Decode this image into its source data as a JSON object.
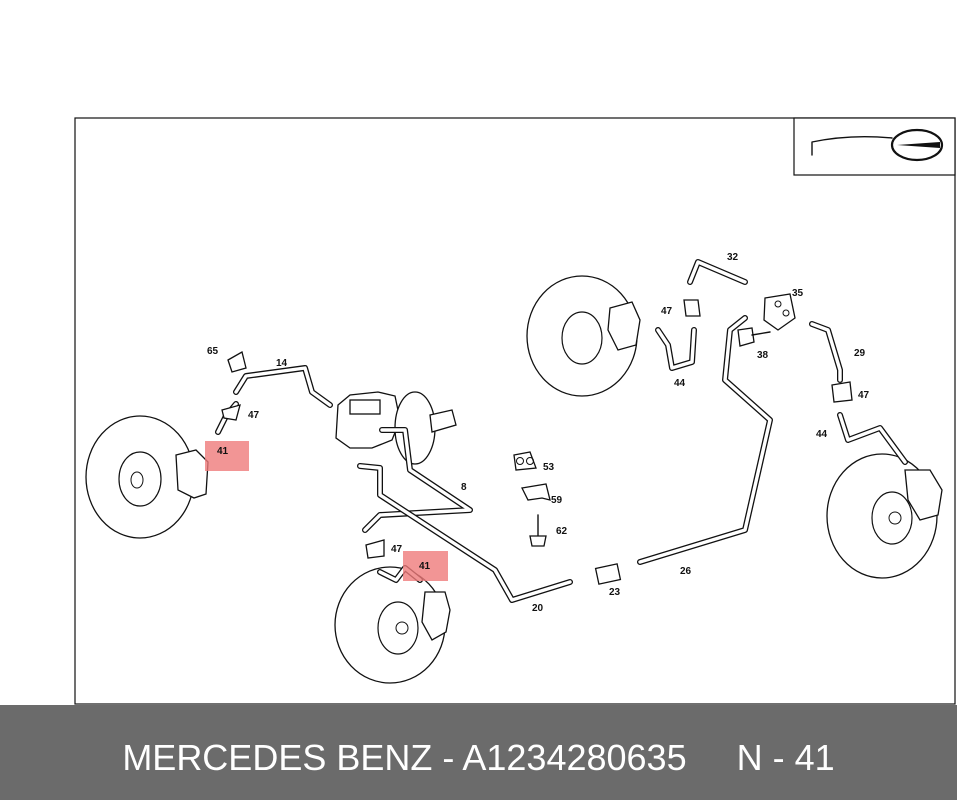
{
  "diagram": {
    "labels": {
      "p65": "65",
      "p14": "14",
      "p47a": "47",
      "p41a": "41",
      "p8": "8",
      "p47b": "47",
      "p41b": "41",
      "p20": "20",
      "p23": "23",
      "p26": "26",
      "p53": "53",
      "p59": "59",
      "p62": "62",
      "p32": "32",
      "p35": "35",
      "p47c": "47",
      "p44a": "44",
      "p38": "38",
      "p29": "29",
      "p47d": "47",
      "p44b": "44"
    },
    "highlight_color": "#ef7b7b"
  },
  "footer": {
    "brand": "MERCEDES BENZ",
    "separator": " - ",
    "part_number": "A1234280635",
    "gap": "     ",
    "position": "N - 41",
    "background": "#6b6b6b"
  }
}
